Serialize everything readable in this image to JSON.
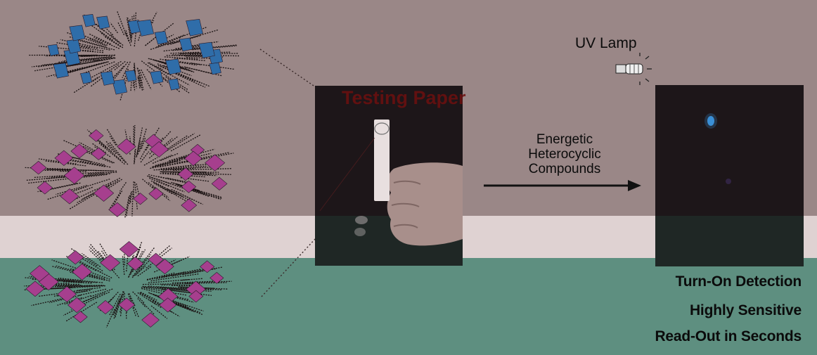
{
  "colors": {
    "band_top": "#9a8787",
    "band_middle": "#dfd2d2",
    "band_bottom": "#5e8f80",
    "panel_dark": "#1d1619",
    "arrow": "#111111",
    "marker_blue": "#2f6da9",
    "marker_magenta": "#a63f8e"
  },
  "icons": [
    "uv-lamp-icon",
    "crystal-structure-illustration",
    "testing-paper-photo",
    "fluorescence-result-panel"
  ],
  "uv_lamp": {
    "label": "UV Lamp"
  },
  "testing_paper": {
    "title": "Testing Paper"
  },
  "arrow": {
    "lines": [
      "Energetic",
      "Heterocyclic",
      "Compounds"
    ]
  },
  "features": [
    "Turn-On Detection",
    "Highly Sensitive",
    "Read-Out in Seconds"
  ]
}
